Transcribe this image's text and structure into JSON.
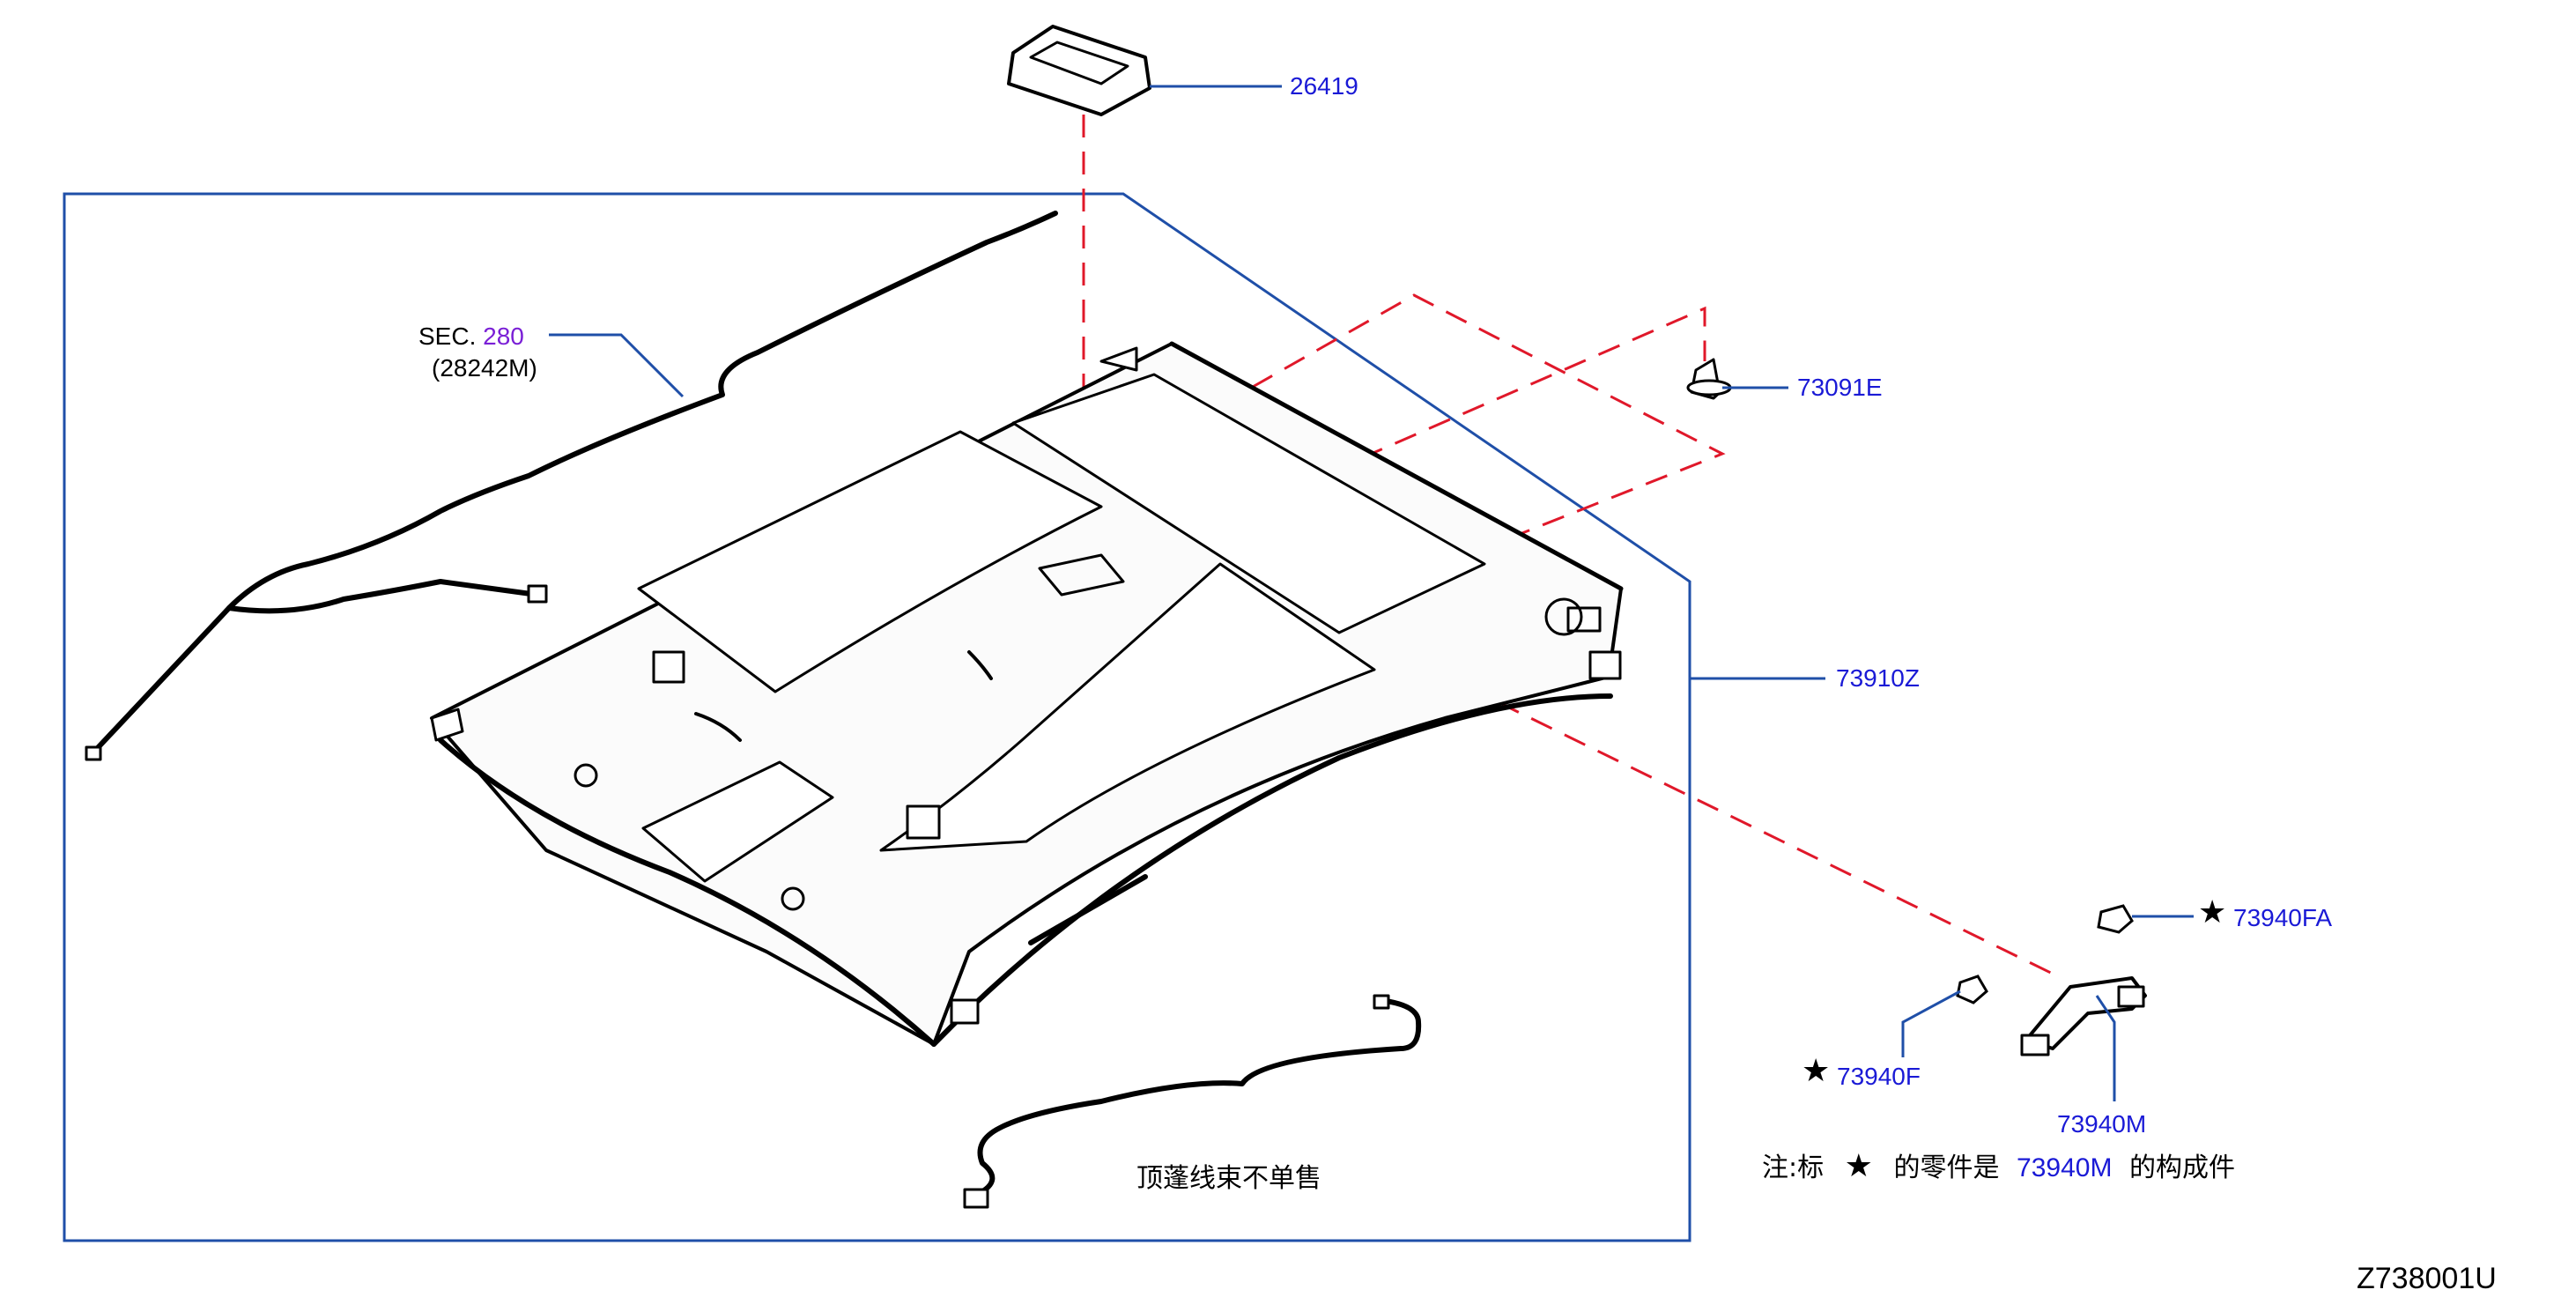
{
  "callouts": {
    "p26419": "26419",
    "p73091e": "73091E",
    "p73910z": "73910Z",
    "p73940fa": "73940FA",
    "p73940f": "73940F",
    "p73940m": "73940M"
  },
  "section_ref": {
    "prefix": "SEC.",
    "number": "280",
    "sub": "(28242M)"
  },
  "harness_note": "顶蓬线束不单售",
  "note": {
    "prefix": "注:标",
    "star": "★",
    "middle": "的零件是",
    "part": "73940M",
    "suffix": "的构成件"
  },
  "star_symbol": "★",
  "diagram_code": "Z738001U",
  "colors": {
    "link": "#1a1ad6",
    "section": "#7a1fd6",
    "frame": "#1f4fa8",
    "dash": "#e0182a",
    "leader": "#1f4fa8"
  }
}
